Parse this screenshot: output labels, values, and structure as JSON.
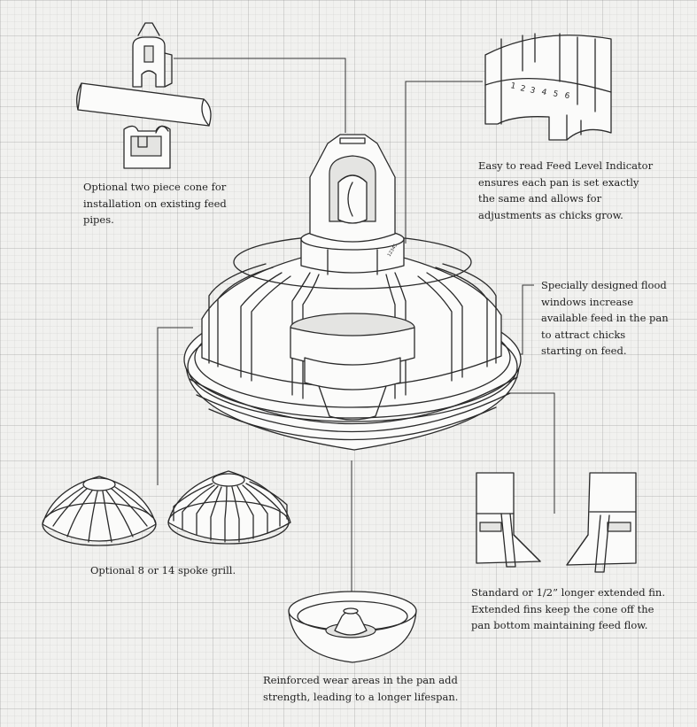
{
  "captions": {
    "cone": [
      "Optional two piece cone for",
      "installation on existing feed",
      "pipes."
    ],
    "indicator": [
      "Easy to read Feed Level Indicator",
      "ensures each pan is set exactly",
      "the same and allows for",
      "adjustments as chicks grow."
    ],
    "flood": [
      "Specially designed flood",
      "windows increase",
      "available feed in the pan",
      "to attract chicks",
      "starting on feed."
    ],
    "grill": [
      "Optional 8 or 14 spoke grill."
    ],
    "fin": [
      "Standard or 1/2” longer extended fin.",
      "Extended fins keep the cone off the",
      "pan bottom maintaining feed flow."
    ],
    "pan": [
      "Reinforced wear areas in the pan add",
      "strength, leading to a longer lifespan."
    ]
  },
  "indicator_digits": [
    "1",
    "2",
    "3",
    "4",
    "5",
    "6"
  ],
  "indicator_mark": "12345"
}
